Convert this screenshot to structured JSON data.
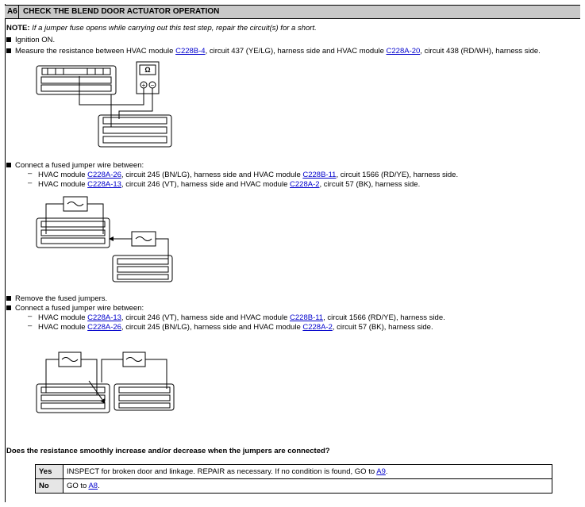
{
  "header": {
    "step": "A6",
    "title": "CHECK THE BLEND DOOR ACTUATOR OPERATION"
  },
  "note": {
    "label": "NOTE:",
    "text": "If a jumper fuse opens while carrying out this test step, repair the circuit(s) for a short."
  },
  "section1": {
    "ignition": "Ignition ON.",
    "measure_a": "Measure the resistance between HVAC module ",
    "measure_link1": "C228B-4",
    "measure_b": ", circuit 437 (YE/LG), harness side and HVAC module ",
    "measure_link2": "C228A-20",
    "measure_c": ", circuit 438 (RD/WH), harness side.",
    "meter_symbol": "Ω"
  },
  "section2": {
    "connect": "Connect a fused jumper wire between:",
    "item1_a": "HVAC module ",
    "item1_link1": "C228A-26",
    "item1_b": ", circuit 245 (BN/LG), harness side and HVAC module ",
    "item1_link2": "C228B-11",
    "item1_c": ", circuit 1566 (RD/YE), harness side.",
    "item2_a": "HVAC module ",
    "item2_link1": "C228A-13",
    "item2_b": ", circuit 246 (VT), harness side and HVAC module ",
    "item2_link2": "C228A-2",
    "item2_c": ", circuit 57 (BK), harness side."
  },
  "section3": {
    "remove": "Remove the fused jumpers.",
    "connect": "Connect a fused jumper wire between:",
    "item1_a": "HVAC module ",
    "item1_link1": "C228A-13",
    "item1_b": ", circuit 246 (VT), harness side and HVAC module ",
    "item1_link2": "C228B-11",
    "item1_c": ", circuit 1566 (RD/YE), harness side.",
    "item2_a": "HVAC module ",
    "item2_link1": "C228A-26",
    "item2_b": ", circuit 245 (BN/LG), harness side and HVAC module ",
    "item2_link2": "C228A-2",
    "item2_c": ", circuit 57 (BK), harness side."
  },
  "question": "Does the resistance smoothly increase and/or decrease when the jumpers are connected?",
  "answers": {
    "yes_label": "Yes",
    "yes_a": "INSPECT for broken door and linkage. REPAIR as necessary. If no condition is found, GO to ",
    "yes_link": "A9",
    "yes_b": ".",
    "no_label": "No",
    "no_a": "GO to ",
    "no_link": "A8",
    "no_b": "."
  }
}
